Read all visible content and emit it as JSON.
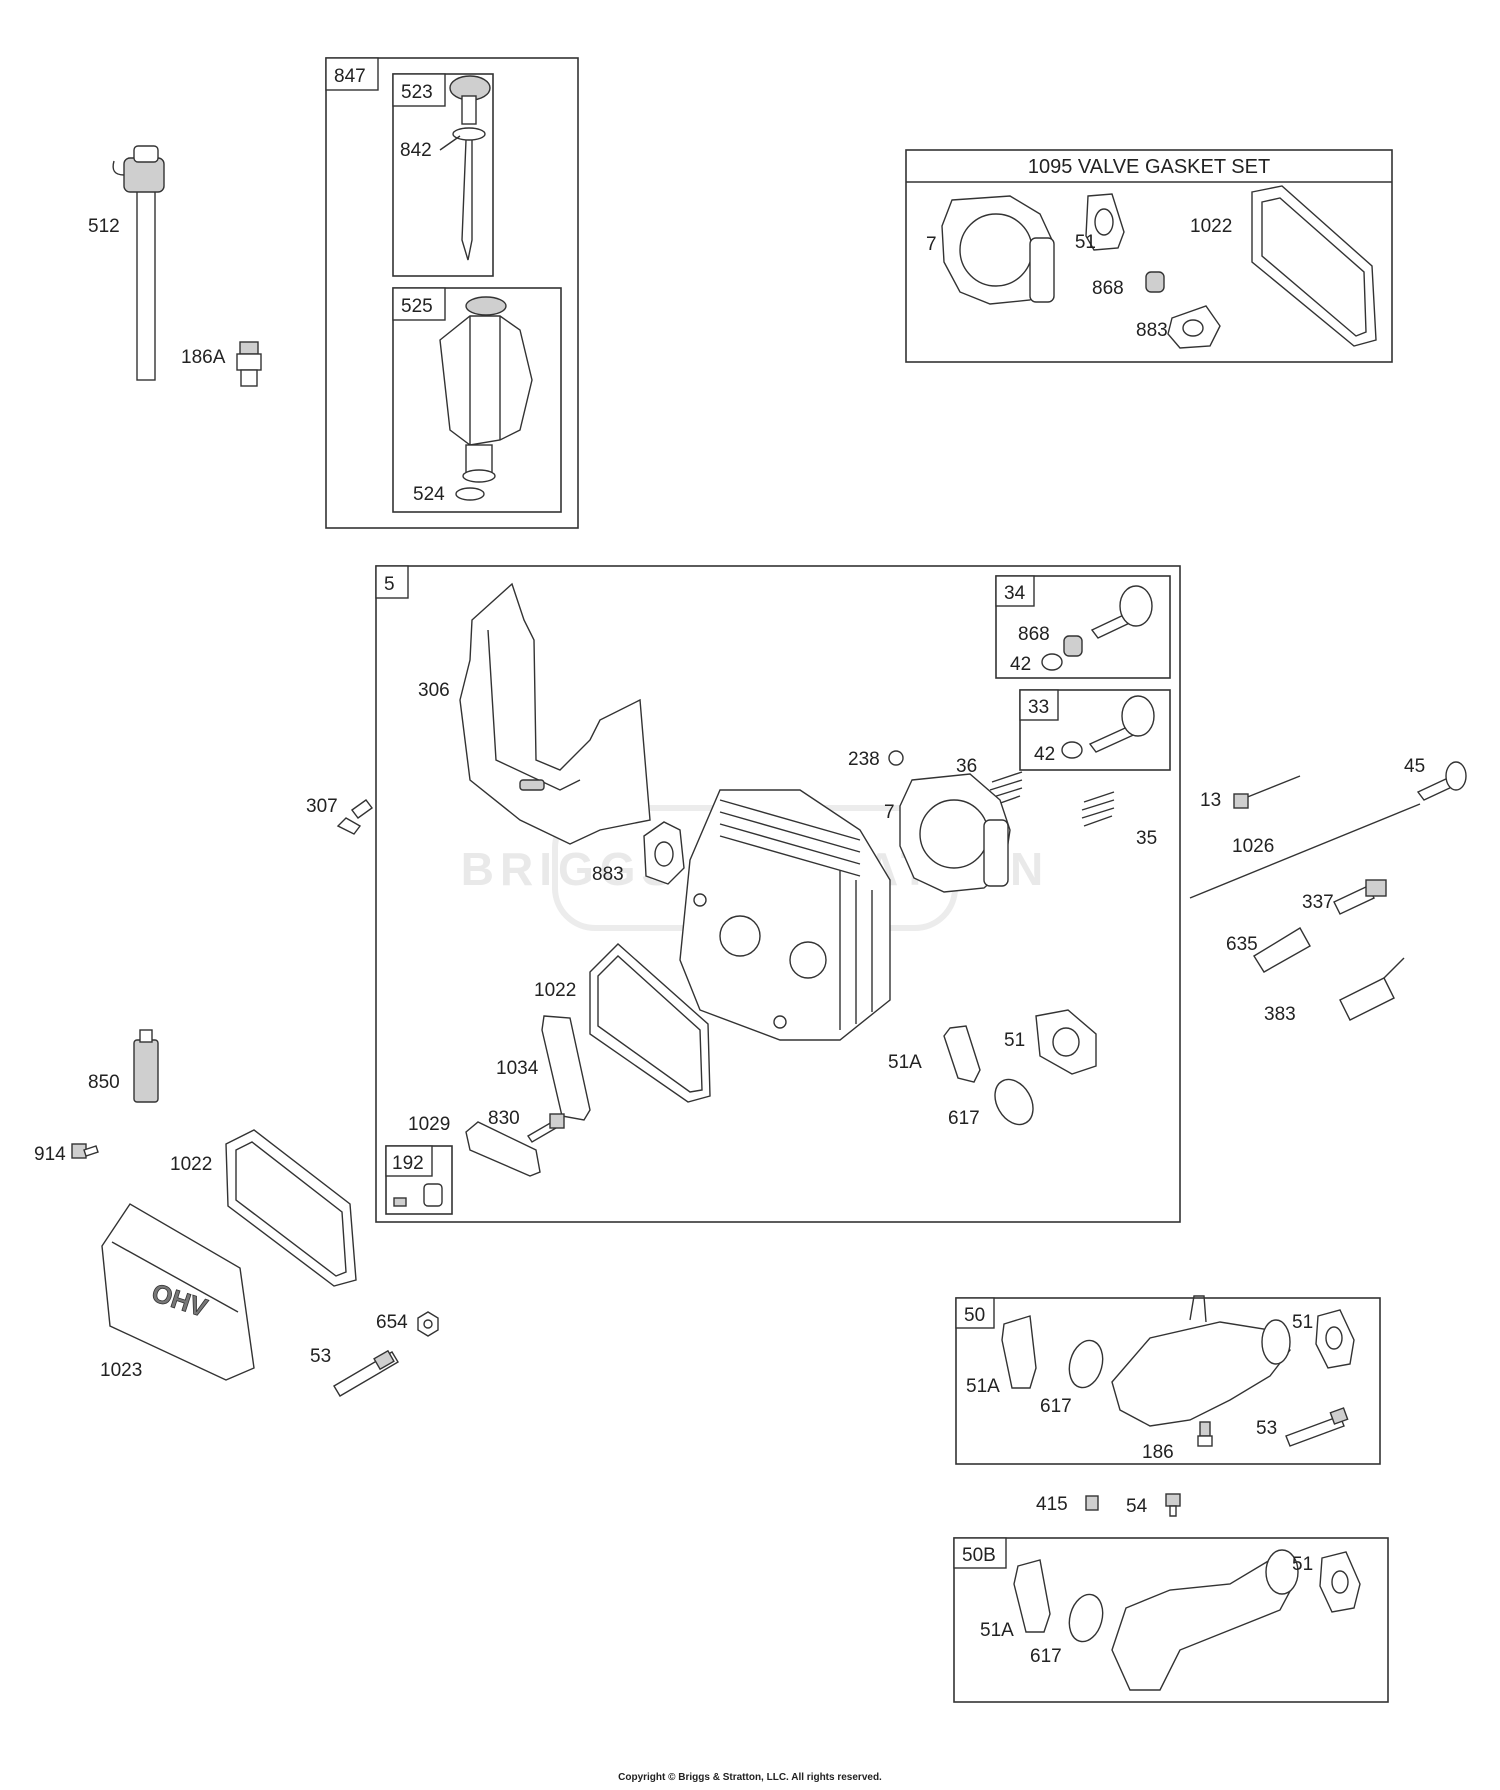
{
  "groups": {
    "g847": "847",
    "g523": "523",
    "g525": "525",
    "g1095": "1095 VALVE GASKET SET",
    "g5": "5",
    "g34": "34",
    "g33": "33",
    "g192": "192",
    "g50": "50",
    "g50b": "50B"
  },
  "labels": {
    "l512": "512",
    "l186a": "186A",
    "l842": "842",
    "l524": "524",
    "l7a": "7",
    "l51a": "51",
    "l1022a": "1022",
    "l868a": "868",
    "l883a": "883",
    "l306": "306",
    "l307": "307",
    "l238": "238",
    "l36": "36",
    "l7b": "7",
    "l35": "35",
    "l868b": "868",
    "l42a": "42",
    "l42b": "42",
    "l883b": "883",
    "l1022b": "1022",
    "l1034": "1034",
    "l1029": "1029",
    "l830": "830",
    "l51b": "51",
    "l51ab": "51A",
    "l617b": "617",
    "l13": "13",
    "l45": "45",
    "l1026": "1026",
    "l337": "337",
    "l635": "635",
    "l383": "383",
    "l850": "850",
    "l914": "914",
    "l1022c": "1022",
    "l654": "654",
    "l53a": "53",
    "l1023": "1023",
    "l51c": "51",
    "l51ac": "51A",
    "l617c": "617",
    "l186": "186",
    "l53b": "53",
    "l415": "415",
    "l54": "54",
    "l51d": "51",
    "l51ad": "51A",
    "l617d": "617"
  },
  "watermark": "BRIGGS & STRATTON",
  "copyright": "Copyright © Briggs & Stratton, LLC. All rights reserved."
}
